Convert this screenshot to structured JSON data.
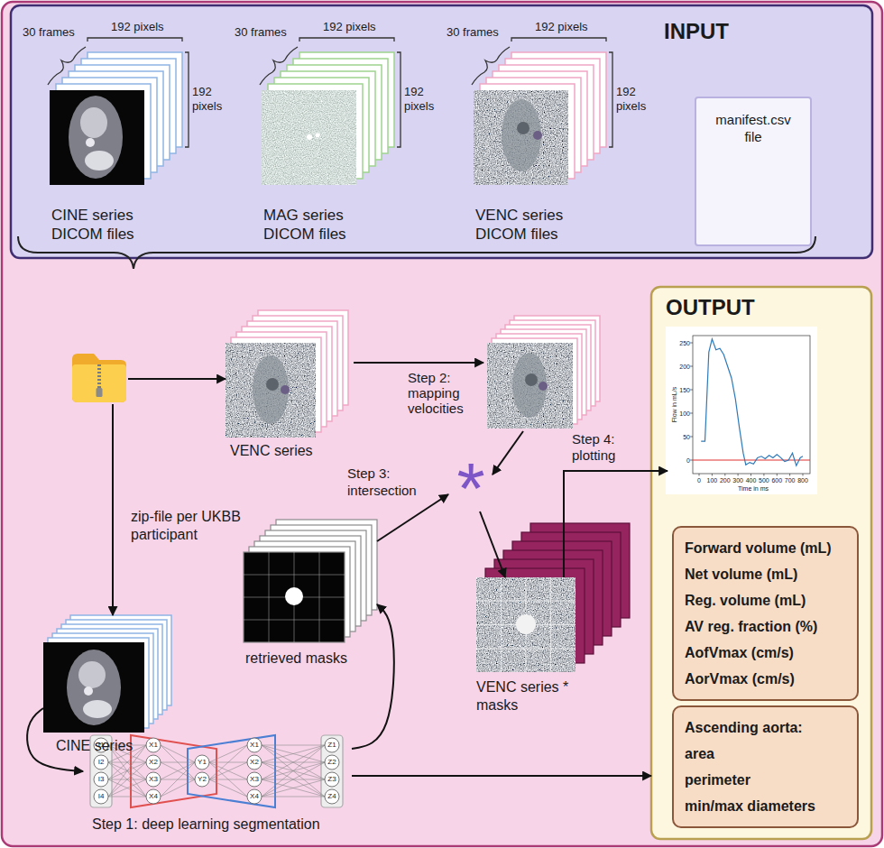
{
  "diagram": {
    "nodes": [
      {
        "text": [
          "INPUT"
        ]
      },
      {
        "text": [
          "CINE series DICOM files"
        ],
        "in": 0
      },
      {
        "text": [
          "MAG series DICOM files"
        ],
        "in": 0
      },
      {
        "text": [
          "VENC series DICOM files"
        ],
        "in": 0
      },
      {
        "text": [
          "manifest.csv file"
        ],
        "in": 0
      },
      {
        "text": [
          "zip-file per UKBB participant"
        ]
      },
      {
        "text": [
          "VENC series"
        ]
      },
      {
        "text": [
          "*"
        ]
      },
      {
        "text": [
          "OUTPUT"
        ]
      },
      {
        "text": [
          "Flow in mL/s",
          "Time in ms"
        ],
        "in": 8
      },
      {
        "text": [
          "Forward volume (mL)",
          "Net volume (mL)",
          "Reg. volume (mL)",
          "AV reg. fraction (%)",
          "AofVmax (cm/s)",
          "AorVmax (cm/s)"
        ],
        "in": 8
      },
      {
        "text": [
          "Ascending aorta:",
          "area",
          "perimeter",
          "min/max diameters"
        ],
        "in": 8
      },
      {
        "text": [
          "CINE series"
        ]
      },
      {
        "text": [
          "retrieved masks"
        ]
      },
      {
        "text": [
          "VENC series * masks"
        ]
      },
      {
        "text": [
          "Step 1: deep learning segmentation"
        ]
      }
    ],
    "edges": [
      {
        "from": 5,
        "to": 6,
        "arrow": "to"
      },
      {
        "from": 5,
        "to": 12,
        "arrow": "to"
      },
      {
        "from": 12,
        "to": 15,
        "arrow": "to"
      },
      {
        "from": 15,
        "to": 13,
        "arrow": "to"
      },
      {
        "from": 13,
        "to": 7,
        "arrow": "to",
        "label": "Step 3: intersection"
      },
      {
        "from": 7,
        "to": 14,
        "arrow": "to"
      },
      {
        "from": 14,
        "to": 9,
        "arrow": "to",
        "label": "Step 4: plotting"
      },
      {
        "from": 15,
        "to": 8,
        "arrow": "to"
      }
    ],
    "labels": [
      "30 frames",
      "192 pixels",
      "192 pixels",
      "30 frames",
      "192 pixels",
      "192 pixels",
      "30 frames",
      "192 pixels",
      "192 pixels",
      "Step 2: mapping velocities",
      "250",
      "200",
      "150",
      "100",
      "50",
      "0",
      "0",
      "100",
      "200",
      "300",
      "400",
      "500",
      "600",
      "700",
      "800",
      "I1",
      "I2",
      "I3",
      "I4",
      "X1",
      "X2",
      "X3",
      "X4",
      "Y1",
      "Y2",
      "X1",
      "X2",
      "X3",
      "X4",
      "Z1",
      "Z2",
      "Z3",
      "Z4"
    ]
  }
}
